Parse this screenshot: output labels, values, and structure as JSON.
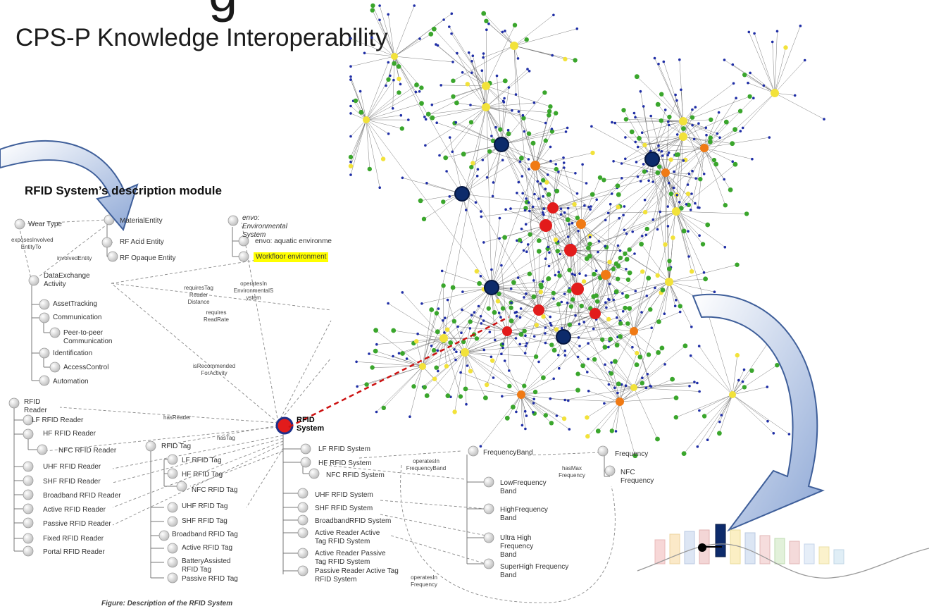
{
  "slide": {
    "title_fragment": "g",
    "subtitle": "CPS-P Knowledge Interoperability",
    "module_title": "RFID System’s description module",
    "caption": "Figure: Description of the RFID System"
  },
  "ontology": {
    "wear_type": "Wear Type",
    "material_entity": "MaterialEntity",
    "acid_entity": "RF Acid Entity",
    "opaque_entity": "RF Opaque Entity",
    "envo_env_system": "envo: Environmental System",
    "envo_aquatic": "envo: aquatic environme",
    "workfloor_env": "Workfloor environment",
    "data_exchange_activity": "DataExchange Activity",
    "asset_tracking": "AssetTracking",
    "communication": "Communication",
    "p2p_communication": "Peer-to-peer Communication",
    "identification": "Identification",
    "access_control": "AccessControl",
    "automation": "Automation",
    "rfid_reader": "RFID Reader",
    "reader_classes": [
      "LF RFID Reader",
      "HF RFID Reader",
      "NFC RFID Reader",
      "UHF RFID Reader",
      "SHF RFID Reader",
      "Broadband RFID Reader",
      "Active RFID Reader",
      "Passive RFID Reader",
      "Fixed RFID Reader",
      "Portal RFID Reader"
    ],
    "rfid_tag": "RFID Tag",
    "tag_classes": [
      "LF RFID Tag",
      "HF RFID Tag",
      "NFC RFID Tag",
      "UHF RFID Tag",
      "SHF RFID Tag",
      "Broadband RFID Tag",
      "Active RFID Tag",
      "BatteryAssisted RFID Tag",
      "Passive RFID Tag"
    ],
    "rfid_system": "RFID System",
    "system_classes": [
      "LF RFID System",
      "HF RFID System",
      "NFC RFID System",
      "UHF RFID System",
      "SHF RFID System",
      "BroadbandRFID System",
      "Active Reader Active Tag RFID System",
      "Active Reader Passive Tag RFID System",
      "Passive Reader Active Tag RFID System"
    ],
    "frequency_band": "FrequencyBand",
    "band_classes": [
      "LowFrequency Band",
      "HighFrequency Band",
      "Ultra High Frequency Band",
      "SuperHigh Frequency Band"
    ],
    "frequency": "Frequency",
    "nfc_frequency": "NFC Frequency",
    "relations": {
      "exposes_involved_entity_to": "exposesInvolved EntityTo",
      "involved_entity": "involvedEntity",
      "requires_tag_reader_distance": "requiresTag Reader Distance",
      "requires_read_rate": "requires ReadRate",
      "operates_in_env_system": "operatesIn EnvironmentalS ystem",
      "is_recommended_for_activity": "isRecommended ForActivity",
      "has_reader": "hasReader",
      "has_tag": "hasTag",
      "operates_in_frequency_band": "operatesIn FrequencyBand",
      "has_max_frequency": "hasMax Frequency",
      "operates_in_frequency": "operatesIn Frequency"
    }
  },
  "colors": {
    "node_blue": "#1f2ea6",
    "node_green": "#3aa62c",
    "node_yellow": "#f2e23a",
    "node_orange": "#f07a14",
    "node_red": "#e21b1b",
    "node_navy": "#0d2b6b",
    "arrow_fill": "#b9cbe6",
    "arrow_stroke": "#3f5f9a",
    "highlight": "#ffff00",
    "link_red": "#cc1111"
  }
}
